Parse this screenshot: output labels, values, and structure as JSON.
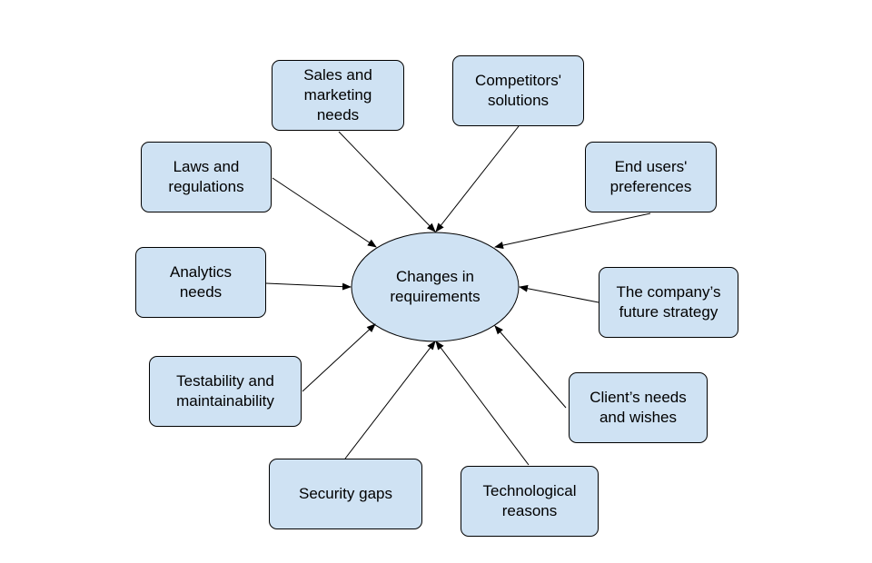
{
  "center": {
    "label": "Changes in\nrequirements"
  },
  "factors": [
    {
      "label": "Sales and\nmarketing\nneeds"
    },
    {
      "label": "Competitors'\nsolutions"
    },
    {
      "label": "Laws and\nregulations"
    },
    {
      "label": "End users'\npreferences"
    },
    {
      "label": "Analytics\nneeds"
    },
    {
      "label": "The company’s\nfuture strategy"
    },
    {
      "label": "Testability and\nmaintainability"
    },
    {
      "label": "Client’s needs\nand wishes"
    },
    {
      "label": "Security gaps"
    },
    {
      "label": "Technological\nreasons"
    }
  ],
  "colors": {
    "fill": "#cfe2f3",
    "stroke": "#000000"
  }
}
